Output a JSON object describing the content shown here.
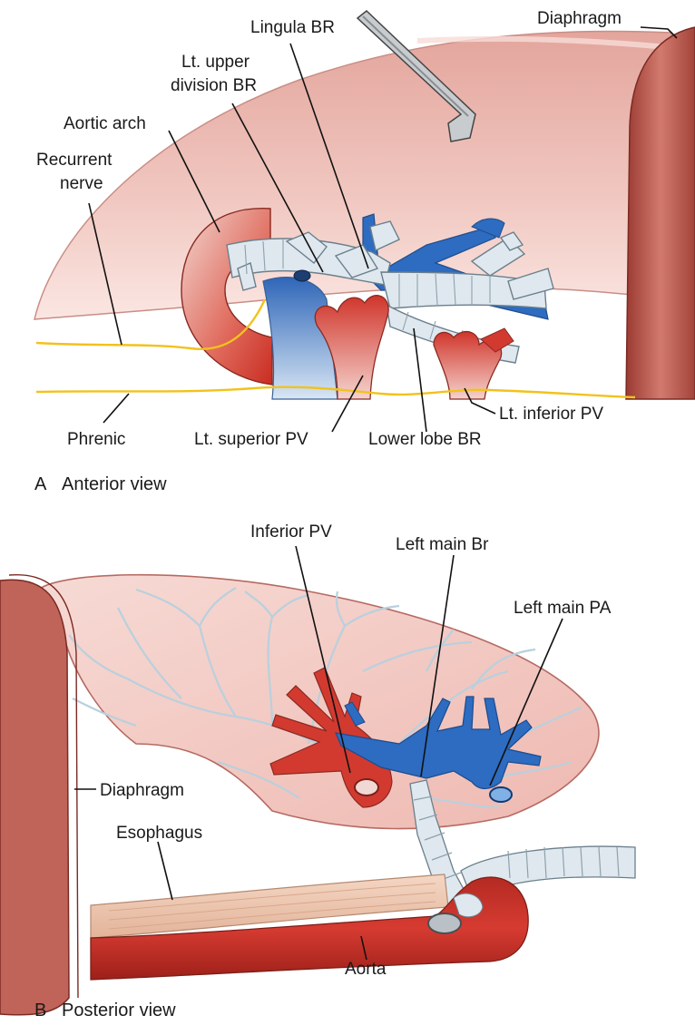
{
  "panel_a": {
    "caption_letter": "A",
    "caption_text": "Anterior view",
    "labels": {
      "diaphragm": "Diaphragm",
      "lingula_br": "Lingula BR",
      "upper_division_line1": "Lt. upper",
      "upper_division_line2": "division BR",
      "aortic_arch": "Aortic arch",
      "recurrent_line1": "Recurrent",
      "recurrent_line2": "nerve",
      "phrenic": "Phrenic",
      "superior_pv": "Lt. superior PV",
      "lower_lobe_br": "Lower lobe BR",
      "inferior_pv": "Lt. inferior PV"
    }
  },
  "panel_b": {
    "caption_letter": "B",
    "caption_text": "Posterior view",
    "labels": {
      "inferior_pv": "Inferior PV",
      "left_main_br": "Left main Br",
      "left_main_pa": "Left main PA",
      "diaphragm": "Diaphragm",
      "esophagus": "Esophagus",
      "aorta": "Aorta"
    }
  },
  "colors": {
    "lung": "#f3cdc6",
    "artery": "#2d6cc0",
    "vein": "#d23a30",
    "bronchus": "#dfe8ee",
    "nerve": "#f2c21c",
    "diaphragm": "#b8554a"
  }
}
